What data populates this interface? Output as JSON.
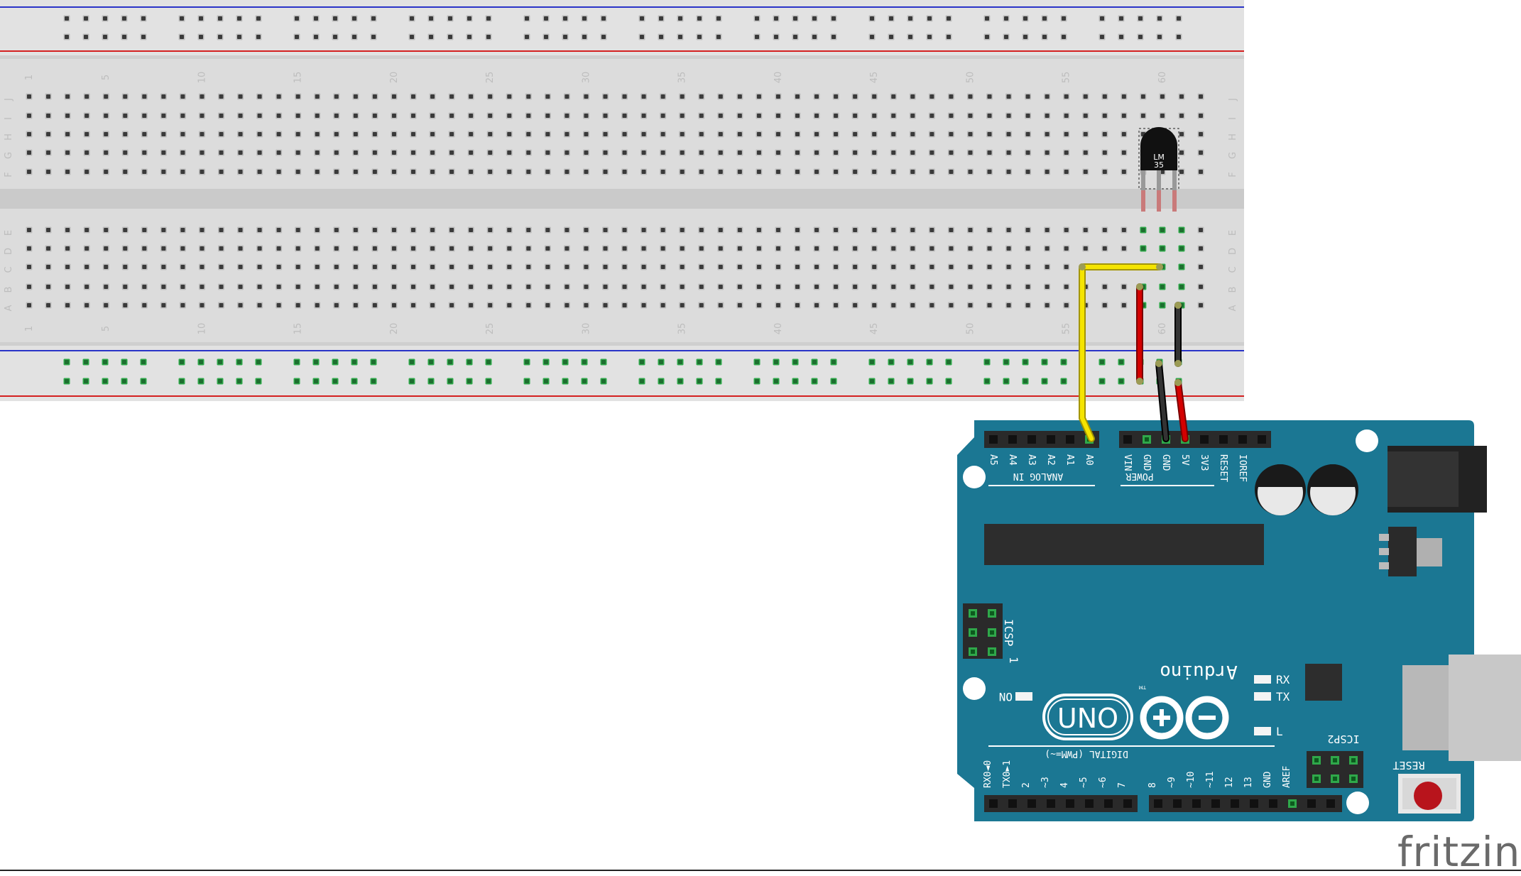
{
  "breadboard": {
    "row_letters": [
      "J",
      "I",
      "H",
      "G",
      "F",
      "E",
      "D",
      "C",
      "B",
      "A"
    ],
    "column_numbers": [
      "1",
      "5",
      "10",
      "15",
      "20",
      "25",
      "30",
      "35",
      "40",
      "45",
      "50",
      "55",
      "60"
    ]
  },
  "sensor": {
    "label_line1": "LM",
    "label_line2": "35"
  },
  "arduino": {
    "analog_pins": [
      "A5",
      "A4",
      "A3",
      "A2",
      "A1",
      "A0"
    ],
    "analog_header_label": "ANALOG IN",
    "power_pins": [
      "VIN",
      "GND",
      "GND",
      "5V",
      "3V3",
      "RESET",
      "IOREF"
    ],
    "power_header_label": "POWER",
    "icsp_label": "ICSP",
    "icsp_pin1": "1",
    "icsp2_label": "ICSP2",
    "on_label": "ON",
    "rx_label": "RX",
    "tx_label": "TX",
    "l_label": "L",
    "brand": "Arduino",
    "tm": "TM",
    "model": "UNO",
    "digital_label": "DIGITAL (PWM=~)",
    "digital_pins": [
      "RX0◄0",
      "TX0►1",
      "2",
      "~3",
      "4",
      "~5",
      "~6",
      "7",
      "8",
      "~9",
      "~10",
      "~11",
      "12",
      "13",
      "GND",
      "AREF"
    ],
    "reset_label": "RESET"
  },
  "wires": [
    {
      "name": "signal",
      "color": "#f5e400"
    },
    {
      "name": "power",
      "color": "#d40000"
    },
    {
      "name": "ground",
      "color": "#222222"
    }
  ],
  "colors": {
    "board_blue": "#1b7793",
    "breadboard": "#dcdcdc",
    "rail_red": "#d42020",
    "rail_blue": "#2a34c8",
    "hole_green": "#2fa84a"
  },
  "logo": "fritzing"
}
